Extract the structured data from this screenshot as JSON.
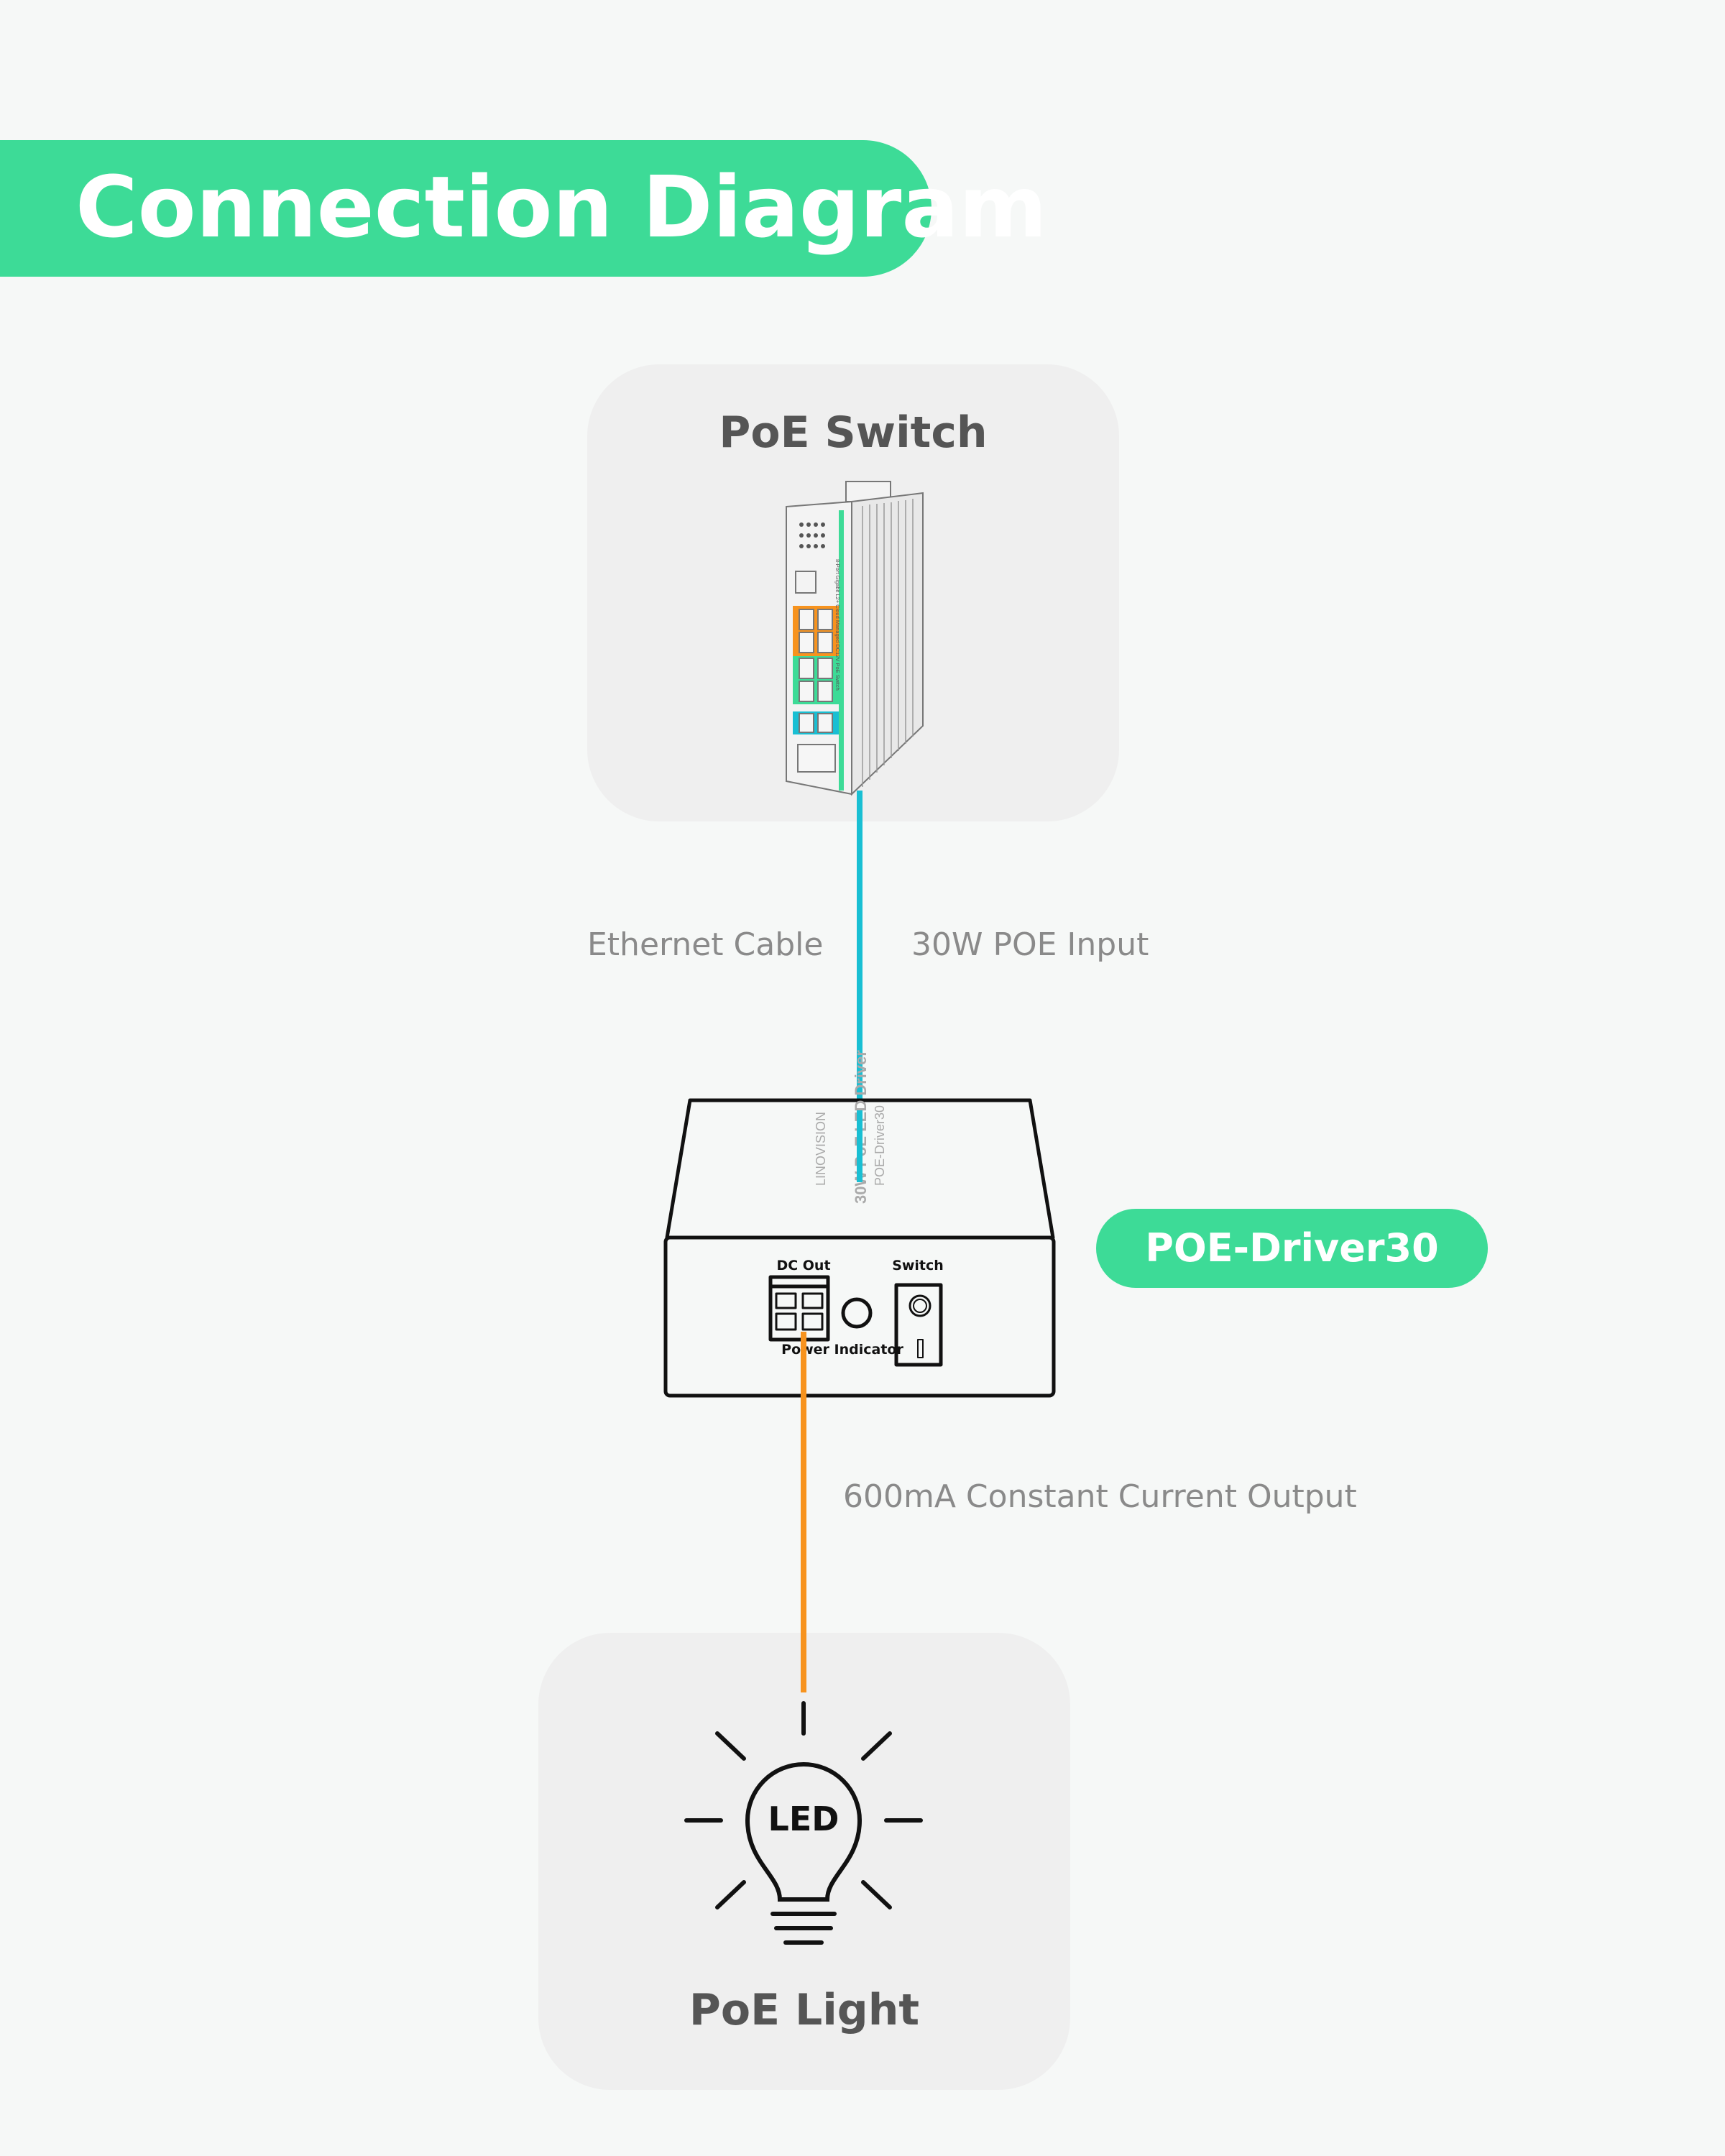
{
  "title": "Connection Diagram",
  "switch_card": {
    "title": "PoE Switch",
    "brand": "LINOVISION",
    "model_text": "8-Port Gigabit L2+ Cloud Managed DC12V PoE Switch"
  },
  "cable": {
    "left_label": "Ethernet Cable",
    "right_label": "30W POE Input",
    "color": "#19bfd3"
  },
  "driver": {
    "name_badge": "POE-Driver30",
    "top_brand": "LINOVISION",
    "top_title": "30W PoE LED Driver",
    "top_model": "POE-Driver30",
    "dc_out_label": "DC Out",
    "switch_label": "Switch",
    "indicator_label": "Power Indicator"
  },
  "output": {
    "label": "600mA Constant Current Output",
    "color": "#f7931e"
  },
  "light_card": {
    "title": "PoE Light",
    "bulb_text": "LED"
  },
  "colors": {
    "accent": "#3ddb97",
    "background": "#f6f8f7",
    "card": "#efefef"
  }
}
